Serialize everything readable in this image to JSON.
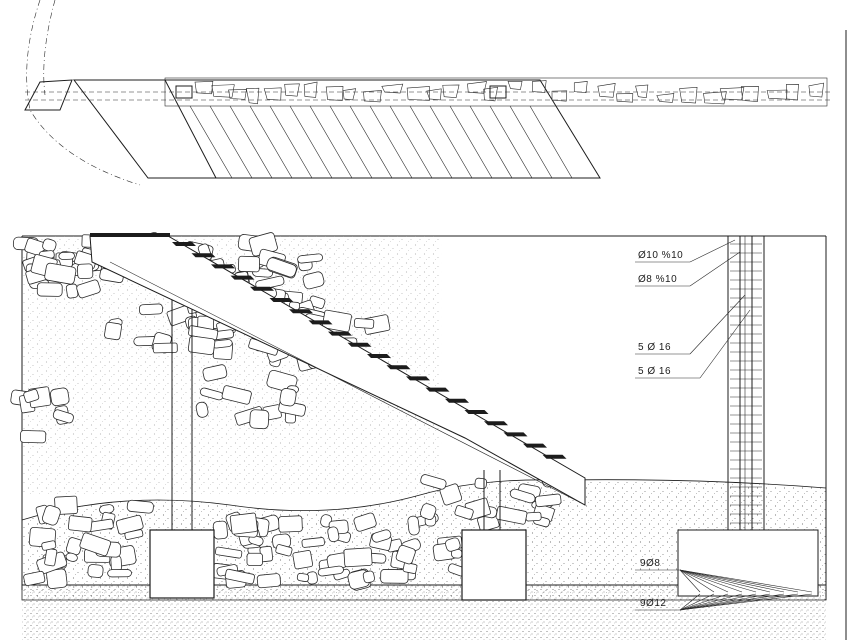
{
  "drawing": {
    "rebar_labels": [
      "Ø10 %10",
      "Ø8 %10",
      "5 Ø 16",
      "5 Ø 16",
      "9Ø8",
      "9Ø12"
    ],
    "ink_color": "#1c1c1c",
    "paper_color": "#ffffff"
  }
}
